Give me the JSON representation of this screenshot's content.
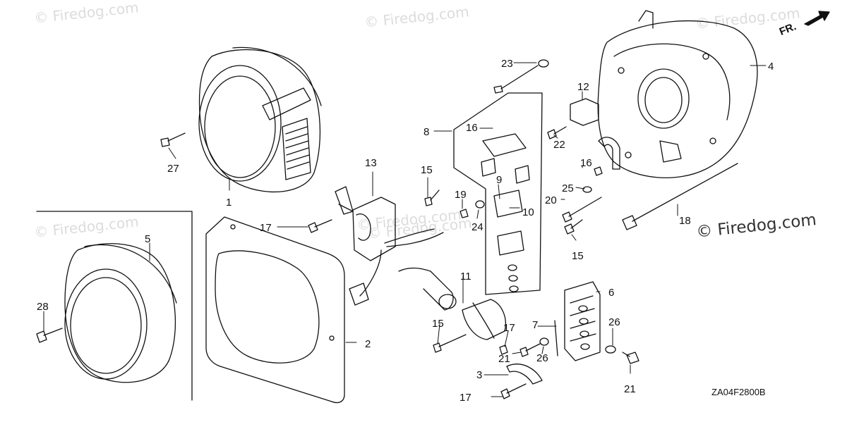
{
  "watermarks": [
    "© Firedog.com",
    "© Firedog.com",
    "© Firedog.com",
    "© Firedog.com",
    "© Firedog.com",
    "© Firedog.com"
  ],
  "main_watermark": "© Firedog.com",
  "diagram_code": "ZA04F2800B",
  "front_arrow_label": "FR.",
  "callouts": [
    "23",
    "12",
    "4",
    "8",
    "16",
    "22",
    "13",
    "15",
    "16",
    "19",
    "9",
    "25",
    "20",
    "27",
    "1",
    "10",
    "24",
    "17",
    "18",
    "5",
    "15",
    "28",
    "11",
    "6",
    "15",
    "17",
    "7",
    "26",
    "2",
    "21",
    "26",
    "3",
    "17",
    "21"
  ]
}
